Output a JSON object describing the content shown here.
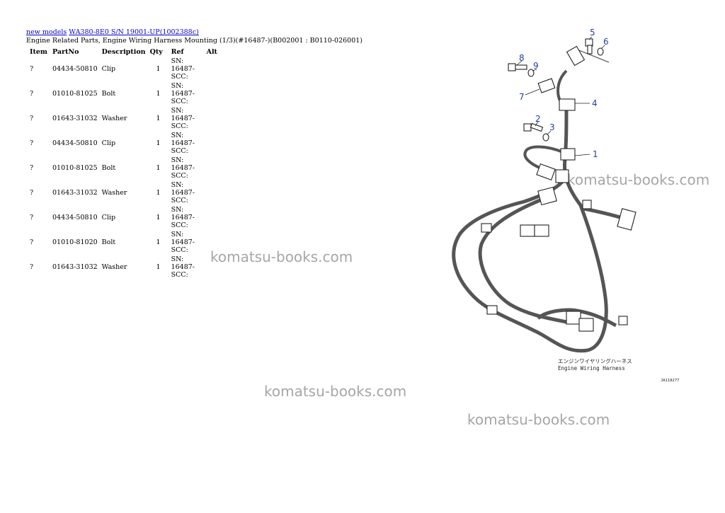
{
  "breadcrumb": {
    "link1": "new models",
    "link2": "WA380-8E0 S/N 19001-UP(1002388c)"
  },
  "subtitle": "Engine Related Parts, Engine Wiring Harness Mounting (1/3)(#16487-)(B002001 : B0110-026001)",
  "table": {
    "headers": [
      "Item",
      "PartNo",
      "Description",
      "Qty",
      "Ref",
      "Alt"
    ],
    "rows": [
      {
        "item": "?",
        "partno": "04434-50810",
        "desc": "Clip",
        "qty": "1",
        "ref": "SN: 16487-SCC:",
        "alt": ""
      },
      {
        "item": "?",
        "partno": "01010-81025",
        "desc": "Bolt",
        "qty": "1",
        "ref": "SN: 16487-SCC:",
        "alt": ""
      },
      {
        "item": "?",
        "partno": "01643-31032",
        "desc": "Washer",
        "qty": "1",
        "ref": "SN: 16487-SCC:",
        "alt": ""
      },
      {
        "item": "?",
        "partno": "04434-50810",
        "desc": "Clip",
        "qty": "1",
        "ref": "SN: 16487-SCC:",
        "alt": ""
      },
      {
        "item": "?",
        "partno": "01010-81025",
        "desc": "Bolt",
        "qty": "1",
        "ref": "SN: 16487-SCC:",
        "alt": ""
      },
      {
        "item": "?",
        "partno": "01643-31032",
        "desc": "Washer",
        "qty": "1",
        "ref": "SN: 16487-SCC:",
        "alt": ""
      },
      {
        "item": "?",
        "partno": "04434-50810",
        "desc": "Clip",
        "qty": "1",
        "ref": "SN: 16487-SCC:",
        "alt": ""
      },
      {
        "item": "?",
        "partno": "01010-81020",
        "desc": "Bolt",
        "qty": "1",
        "ref": "SN: 16487-SCC:",
        "alt": ""
      },
      {
        "item": "?",
        "partno": "01643-31032",
        "desc": "Washer",
        "qty": "1",
        "ref": "SN: 16487-SCC:",
        "alt": ""
      }
    ]
  },
  "watermark": "komatsu-books.com",
  "diagram": {
    "callouts": [
      "1",
      "2",
      "3",
      "4",
      "5",
      "6",
      "7",
      "8",
      "9"
    ],
    "caption_jp": "エンジンワイヤリングハーネス",
    "caption_en": "Engine Wiring Harness",
    "figure_id": "JA118277",
    "label_color": "#1f3fa8"
  }
}
